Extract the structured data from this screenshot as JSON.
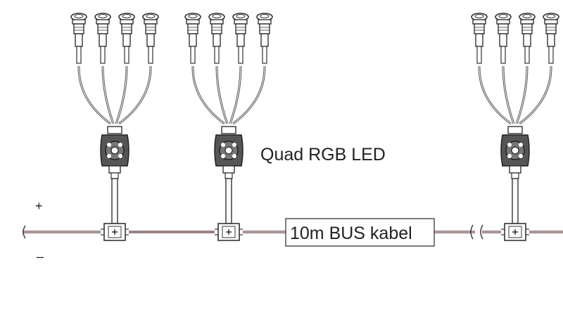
{
  "labels": {
    "device": "Quad RGB LED",
    "cable": "10m BUS kabel",
    "plus": "+",
    "minus": "–"
  },
  "units": [
    {
      "name": "quad-led-unit-1"
    },
    {
      "name": "quad-led-unit-2"
    },
    {
      "name": "quad-led-unit-3"
    }
  ],
  "colors": {
    "line": "#333333",
    "bus_wire": "#c9a3a3",
    "bus_dark": "#6b5a5a",
    "hub": "#444444"
  }
}
